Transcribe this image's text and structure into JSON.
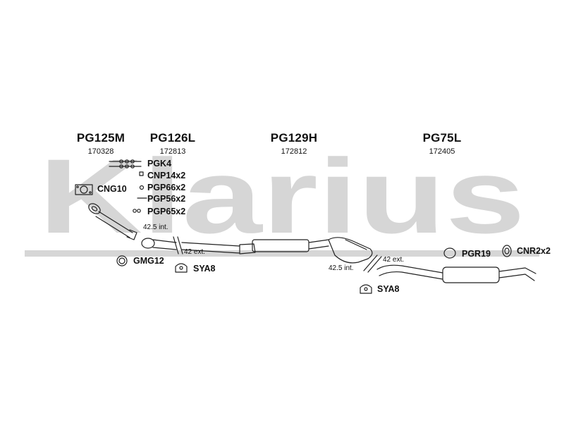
{
  "watermark": {
    "text": "Klarius"
  },
  "parts": [
    {
      "code": "PG125M",
      "number": "170328"
    },
    {
      "code": "PG126L",
      "number": "172813"
    },
    {
      "code": "PG129H",
      "number": "172812"
    },
    {
      "code": "PG75L",
      "number": "172405"
    }
  ],
  "fittings": {
    "pgk4": "PGK4",
    "cnp14x2": "CNP14x2",
    "pgp66x2": "PGP66x2",
    "pgp56x2": "PGP56x2",
    "pgp65x2": "PGP65x2",
    "cng10": "CNG10",
    "gmg12": "GMG12",
    "sya8_a": "SYA8",
    "sya8_b": "SYA8",
    "pgr19": "PGR19",
    "cnr2x2": "CNR2x2"
  },
  "dimensions": {
    "int_1": "42.5 int.",
    "ext_1": "42 ext.",
    "ext_2": "42 ext.",
    "int_2": "42.5 int."
  },
  "colors": {
    "watermark": "#d6d6d6",
    "line": "#222222",
    "text": "#111111"
  }
}
